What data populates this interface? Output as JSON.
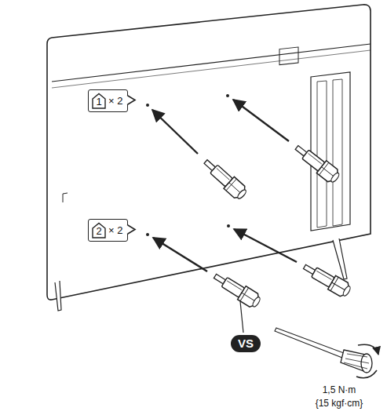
{
  "diagram": {
    "nodes": [
      {
        "text": [
          "1",
          "× 2"
        ]
      },
      {
        "text": [
          "2",
          "× 2"
        ]
      },
      {
        "text": [
          "VS"
        ]
      }
    ],
    "labels": [
      "1,5 N·m",
      "{15 kgf·cm}"
    ]
  }
}
